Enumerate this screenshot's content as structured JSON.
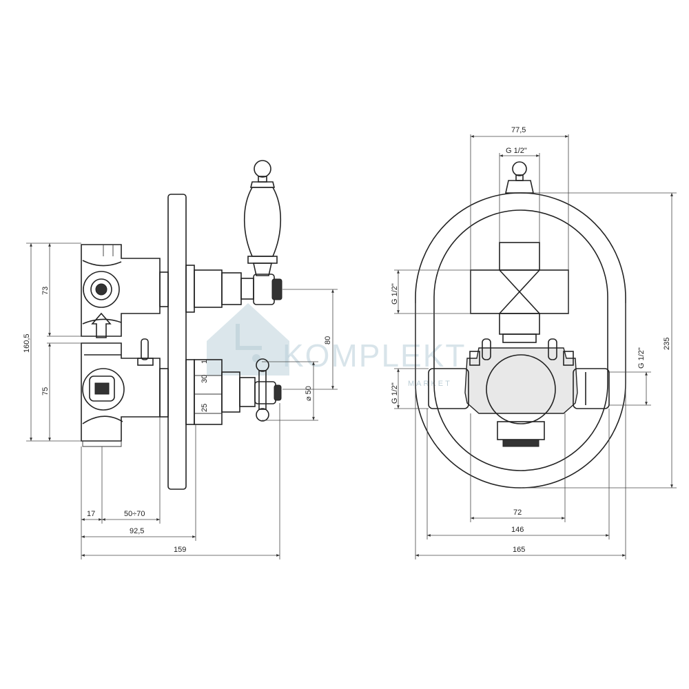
{
  "watermark": {
    "brand": "KOMPLEKT",
    "sub": "MARKET",
    "brand_color": "#b9cfd9"
  },
  "side_view": {
    "dim_total_height": "160,5",
    "dim_upper_height": "73",
    "dim_lower_height": "75",
    "dim_handle_offset": "80",
    "dim_knob_diameter": "⌀ 50",
    "dim_17": "17",
    "dim_range": "50÷70",
    "dim_92_5": "92,5",
    "dim_159": "159",
    "scale_30": "30",
    "scale_25": "25",
    "scale_1": "1"
  },
  "front_view": {
    "dim_77_5": "77,5",
    "dim_thread_top": "G 1/2\"",
    "dim_thread_left_upper": "G 1/2\"",
    "dim_thread_left_lower": "G 1/2\"",
    "dim_thread_right": "G 1/2\"",
    "dim_235": "235",
    "dim_72": "72",
    "dim_146": "146",
    "dim_165": "165"
  }
}
